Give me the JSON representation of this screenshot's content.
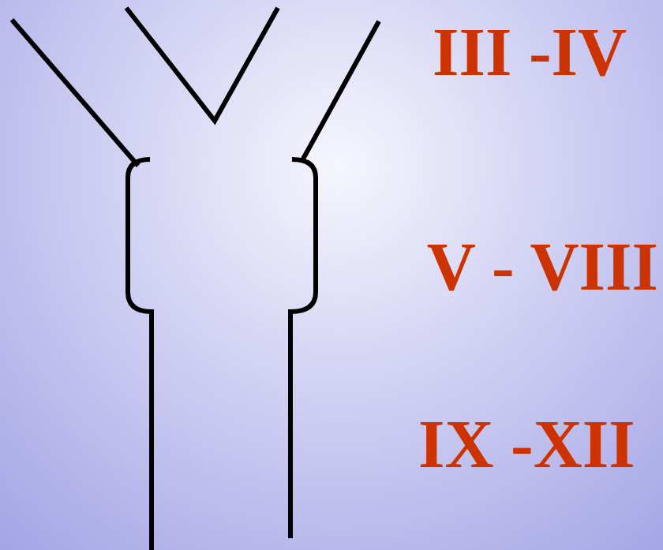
{
  "diagram": {
    "labels": [
      "III -IV",
      "V - VIII",
      "IX -XII"
    ]
  }
}
